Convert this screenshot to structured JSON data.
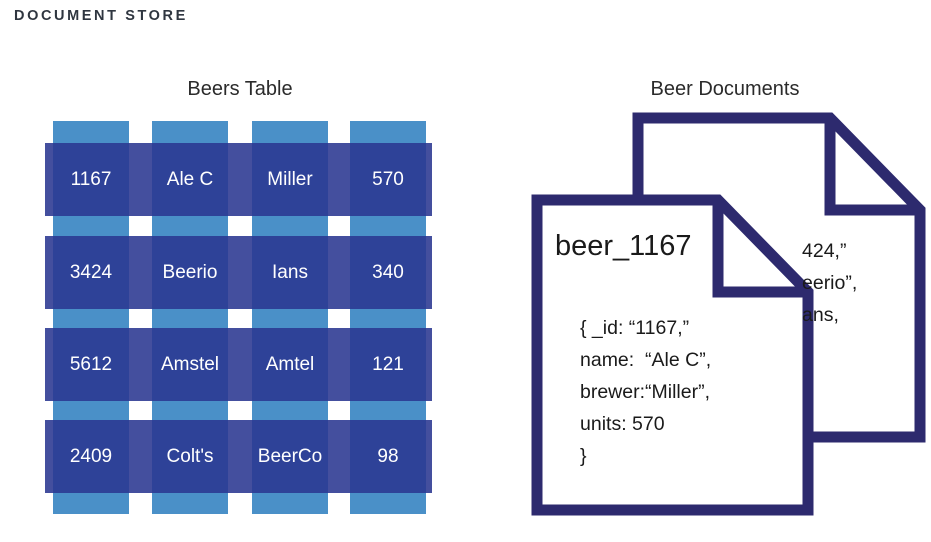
{
  "page": {
    "heading": "DOCUMENT STORE",
    "background": "#ffffff"
  },
  "colors": {
    "column_blue": "#4A90C8",
    "row_blue": "#2A3791",
    "overlap_blue": "#5663AC",
    "document_outline": "#2D2A6E",
    "heading_text": "#2f3640",
    "cell_text": "#ffffff"
  },
  "beers_table": {
    "title": "Beers Table",
    "columns": 4,
    "rows": [
      {
        "id": "1167",
        "name": "Ale C",
        "brewer": "Miller",
        "units": "570"
      },
      {
        "id": "3424",
        "name": "Beerio",
        "brewer": "Ians",
        "units": "340"
      },
      {
        "id": "5612",
        "name": "Amstel",
        "brewer": "Amtel",
        "units": "121"
      },
      {
        "id": "2409",
        "name": "Colt's",
        "brewer": "BeerCo",
        "units": "98"
      }
    ],
    "cells": [
      [
        "1167",
        "Ale C",
        "Miller",
        "570"
      ],
      [
        "3424",
        "Beerio",
        "Ians",
        "340"
      ],
      [
        "5612",
        "Amstel",
        "Amtel",
        "121"
      ],
      [
        "2409",
        "Colt's",
        "BeerCo",
        "98"
      ]
    ]
  },
  "beer_documents": {
    "title": "Beer Documents",
    "front_document": {
      "title": "beer_1167",
      "body_lines": [
        "{ _id: “1167,”",
        "name:  “Ale C”,",
        "brewer:“Miller”,",
        "units: 570",
        "}"
      ],
      "body_text": "{ _id: “1167,”\nname:  “Ale C”,\nbrewer:“Miller”,\nunits: 570\n}"
    },
    "back_document": {
      "visible_fragments": [
        "424,”",
        "eerio”,",
        "ans,"
      ],
      "visible_text": "424,”\neerio”,\nans,"
    }
  }
}
